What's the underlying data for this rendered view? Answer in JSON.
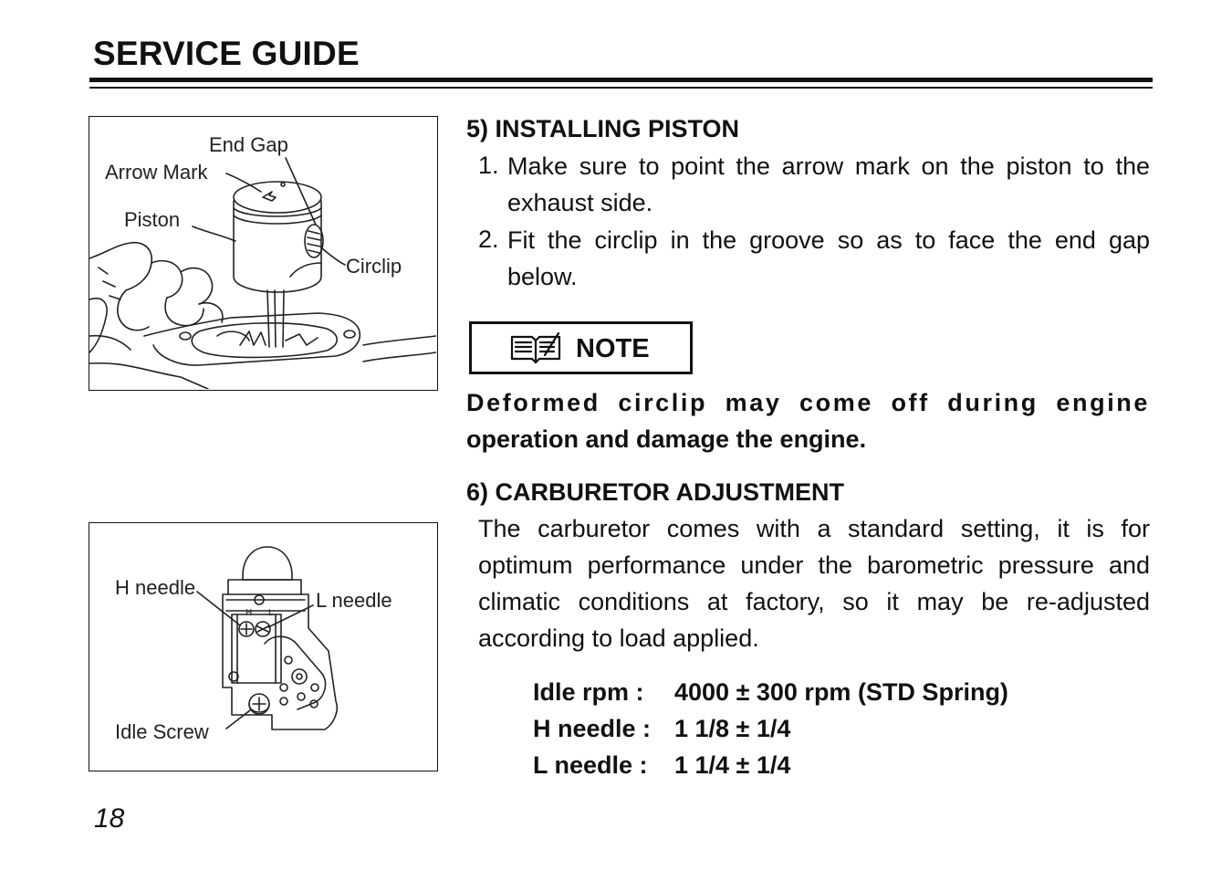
{
  "header": {
    "title": "SERVICE GUIDE"
  },
  "figure1": {
    "labels": {
      "end_gap": "End Gap",
      "arrow_mark": "Arrow Mark",
      "piston": "Piston",
      "circlip": "Circlip"
    }
  },
  "figure2": {
    "labels": {
      "h_needle": "H needle",
      "l_needle": "L needle",
      "idle_screw": "Idle Screw",
      "h_mark": "H",
      "l_mark": "L"
    }
  },
  "section5": {
    "title": "5)  INSTALLING PISTON",
    "steps": [
      {
        "num": "1.",
        "text": "Make sure to point the arrow mark on the piston to the exhaust side."
      },
      {
        "num": "2.",
        "text": "Fit the circlip in the groove so as to face the end gap below."
      }
    ]
  },
  "note": {
    "label": "NOTE",
    "line1": "Deformed circlip may come off during engine",
    "line2": "operation and damage the engine."
  },
  "section6": {
    "title": "6)  CARBURETOR ADJUSTMENT",
    "paragraph": "The carburetor comes with a standard setting, it is for optimum performance under the barometric pressure and climatic conditions at factory, so it may be re-adjusted according to load applied.",
    "specs": [
      {
        "label": "Idle rpm :",
        "value": "4000 ± 300 rpm (STD Spring)"
      },
      {
        "label": "H needle :",
        "value": "1 1/8 ± 1/4"
      },
      {
        "label": "L needle :",
        "value": "1 1/4 ± 1/4"
      }
    ]
  },
  "page_number": "18"
}
